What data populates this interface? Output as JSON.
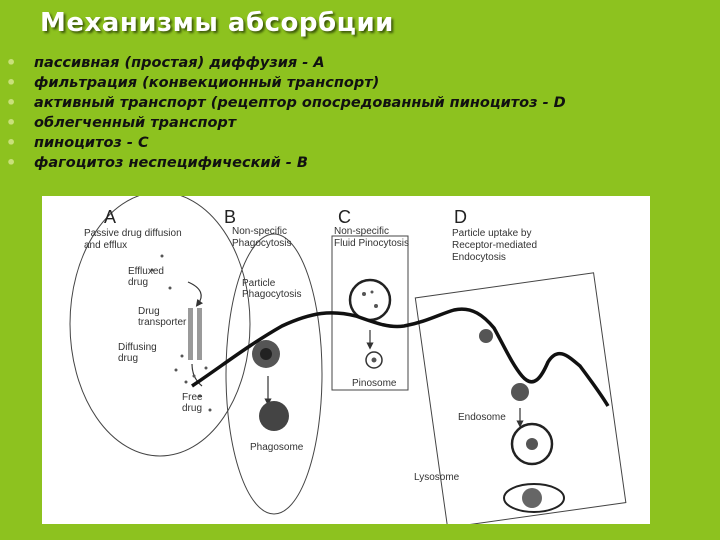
{
  "title": "Механизмы абсорбции",
  "bullets": [
    "пассивная (простая) диффузия - А",
    "фильтрация (конвекционный транспорт)",
    "активный транспорт (рецептор опосредованный пиноцитоз - D",
    "облегченный транспорт",
    "пиноцитоз - С",
    "фагоцитоз неспецифический - В"
  ],
  "figure": {
    "A": {
      "letter": "A",
      "caption1": "Passive drug diffusion",
      "caption2": "and efflux",
      "effluxed1": "Effluxed",
      "effluxed2": "drug",
      "transporter1": "Drug",
      "transporter2": "transporter",
      "diffusing1": "Diffusing",
      "diffusing2": "drug",
      "free1": "Free",
      "free2": "drug"
    },
    "B": {
      "letter": "B",
      "caption1": "Non-specific",
      "caption2": "Phagocytosis",
      "particle1": "Particle",
      "particle2": "Phagocytosis",
      "phagosome": "Phagosome"
    },
    "C": {
      "letter": "C",
      "caption1": "Non-specific",
      "caption2": "Fluid Pinocytosis",
      "pinosome": "Pinosome"
    },
    "D": {
      "letter": "D",
      "caption1": "Particle uptake by",
      "caption2": "Receptor-mediated",
      "caption3": "Endocytosis",
      "endosome": "Endosome",
      "lysosome": "Lysosome"
    }
  }
}
